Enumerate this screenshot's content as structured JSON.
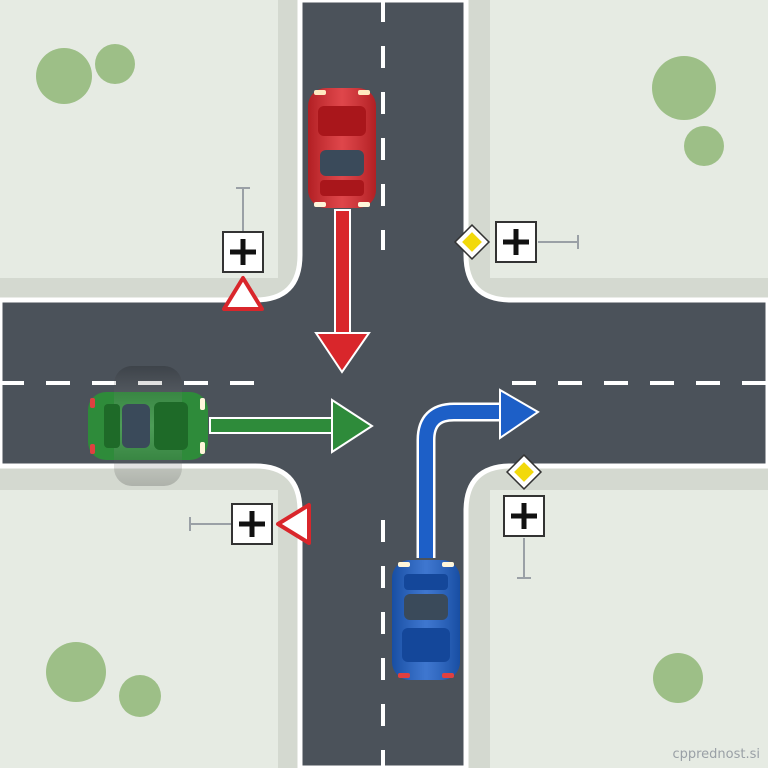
{
  "scene": {
    "colors": {
      "ground": "#e6ebe3",
      "asphalt": "#4b525a",
      "curb": "#ffffff",
      "sidewalk": "#d4d9d0",
      "lane_mark": "#ffffff",
      "tree": "#9dbf87",
      "tree_dark": "#86ab70"
    },
    "cars": [
      {
        "id": "red-car",
        "color": "#d9262b",
        "heading": "south"
      },
      {
        "id": "green-car",
        "color": "#2e8b3a",
        "heading": "east"
      },
      {
        "id": "blue-car",
        "color": "#1d5fc7",
        "heading": "north"
      }
    ],
    "paths": [
      {
        "id": "red-path",
        "color": "#d9262b",
        "maneuver": "straight"
      },
      {
        "id": "green-path",
        "color": "#2e8b3a",
        "maneuver": "straight"
      },
      {
        "id": "blue-path",
        "color": "#1d5fc7",
        "maneuver": "right-turn"
      }
    ],
    "signs": [
      {
        "id": "nw-junction-sign",
        "type": "crossroad-junction"
      },
      {
        "id": "nw-yield-sign",
        "type": "yield"
      },
      {
        "id": "ne-priority-sign",
        "type": "priority-road"
      },
      {
        "id": "ne-junction-sign",
        "type": "crossroad-junction"
      },
      {
        "id": "sw-junction-sign",
        "type": "crossroad-junction"
      },
      {
        "id": "sw-yield-sign",
        "type": "yield"
      },
      {
        "id": "se-priority-sign",
        "type": "priority-road"
      },
      {
        "id": "se-junction-sign",
        "type": "crossroad-junction"
      }
    ],
    "watermark": "cpprednost.si"
  }
}
